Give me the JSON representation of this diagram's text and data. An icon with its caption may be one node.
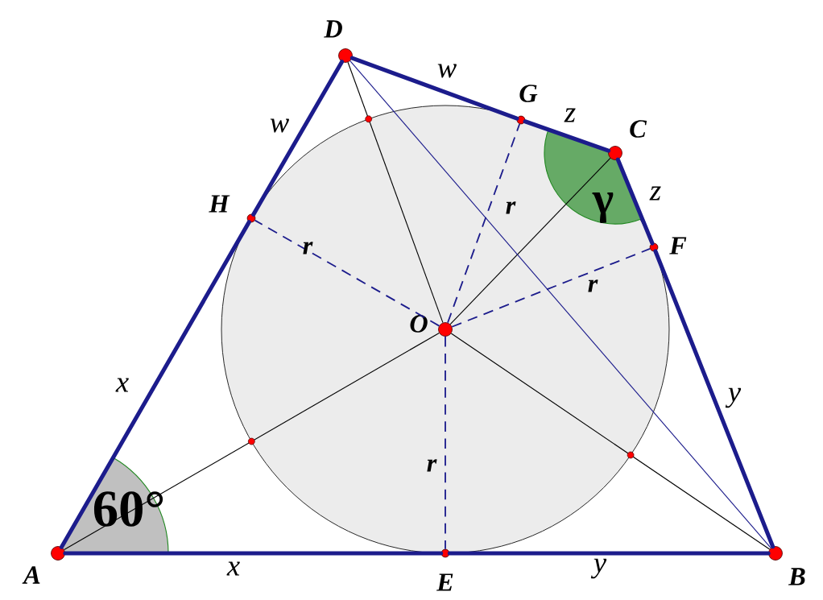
{
  "diagram": {
    "nodes": [
      {
        "text": [
          "D"
        ]
      },
      {
        "text": [
          "G"
        ]
      },
      {
        "text": [
          "C"
        ]
      },
      {
        "text": [
          "H"
        ]
      },
      {
        "text": [
          "F"
        ]
      },
      {
        "text": [
          "O"
        ]
      },
      {
        "text": [
          "A"
        ]
      },
      {
        "text": [
          "E"
        ]
      },
      {
        "text": [
          "B"
        ]
      }
    ],
    "edges": [
      {
        "from": 6,
        "to": 7,
        "arrow": "none",
        "label": "x",
        "style": "thick"
      },
      {
        "from": 7,
        "to": 8,
        "arrow": "none",
        "label": "y",
        "style": "thick"
      },
      {
        "from": 8,
        "to": 4,
        "arrow": "none",
        "label": "y",
        "style": "thick"
      },
      {
        "from": 4,
        "to": 2,
        "arrow": "none",
        "label": "z",
        "style": "thick"
      },
      {
        "from": 2,
        "to": 1,
        "arrow": "none",
        "label": "z",
        "style": "thick"
      },
      {
        "from": 1,
        "to": 0,
        "arrow": "none",
        "label": "w",
        "style": "thick"
      },
      {
        "from": 0,
        "to": 3,
        "arrow": "none",
        "label": "w",
        "style": "thick"
      },
      {
        "from": 3,
        "to": 6,
        "arrow": "none",
        "label": "x",
        "style": "thick"
      },
      {
        "from": 5,
        "to": 6,
        "arrow": "none",
        "color": "#000000"
      },
      {
        "from": 5,
        "to": 8,
        "arrow": "none",
        "color": "#000000"
      },
      {
        "from": 5,
        "to": 2,
        "arrow": "none",
        "color": "#000000"
      },
      {
        "from": 5,
        "to": 0,
        "arrow": "none",
        "color": "#000000"
      },
      {
        "from": 5,
        "to": 7,
        "arrow": "none",
        "label": "r",
        "style": "dashed"
      },
      {
        "from": 5,
        "to": 4,
        "arrow": "none",
        "label": "r",
        "style": "dashed"
      },
      {
        "from": 5,
        "to": 1,
        "arrow": "none",
        "label": "r",
        "style": "dashed"
      },
      {
        "from": 5,
        "to": 3,
        "arrow": "none",
        "label": "r",
        "style": "dashed"
      },
      {
        "from": 0,
        "to": 8,
        "arrow": "none"
      }
    ],
    "labels": [
      "γ",
      "60°"
    ]
  }
}
